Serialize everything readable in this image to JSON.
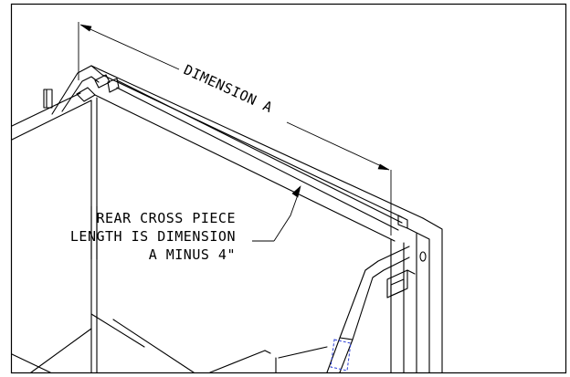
{
  "diagram": {
    "dimension_label": "DIMENSION A",
    "note_lines": [
      "REAR CROSS PIECE",
      "LENGTH IS DIMENSION",
      "A MINUS 4\""
    ],
    "hidden_part_color": "#2b3fd6"
  }
}
